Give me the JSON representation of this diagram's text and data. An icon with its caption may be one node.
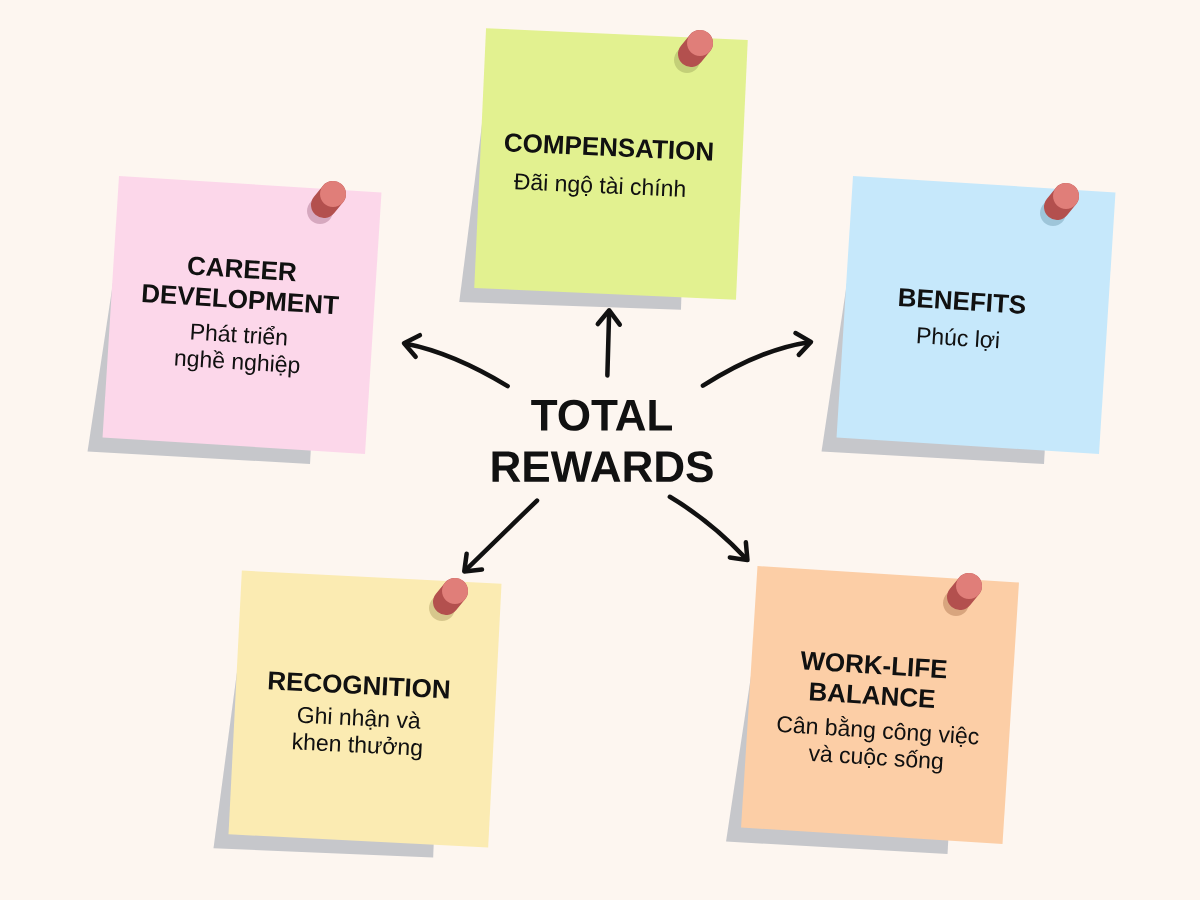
{
  "diagram": {
    "nodes": [
      {
        "text": [
          "COMPENSATION",
          "Đãi ngộ tài chính"
        ]
      },
      {
        "text": [
          "CAREER DEVELOPMENT",
          "Phát triển nghề nghiệp"
        ]
      },
      {
        "text": [
          "BENEFITS",
          "Phúc lợi"
        ]
      },
      {
        "text": [
          "TOTAL REWARDS"
        ]
      },
      {
        "text": [
          "RECOGNITION",
          "Ghi nhận và khen thưởng"
        ]
      },
      {
        "text": [
          "WORK-LIFE BALANCE",
          "Cân bằng công việc và cuộc sống"
        ]
      }
    ],
    "edges": [
      {
        "from": 3,
        "to": 0,
        "arrow": "to"
      },
      {
        "from": 3,
        "to": 1,
        "arrow": "to"
      },
      {
        "from": 3,
        "to": 2,
        "arrow": "to"
      },
      {
        "from": 3,
        "to": 4,
        "arrow": "to"
      },
      {
        "from": 3,
        "to": 5,
        "arrow": "to"
      }
    ]
  }
}
